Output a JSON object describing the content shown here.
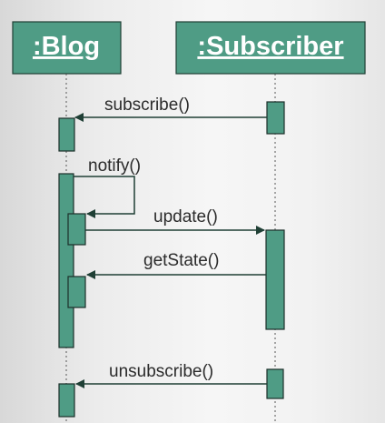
{
  "lifelines": [
    {
      "id": "blog",
      "title": ":Blog"
    },
    {
      "id": "subscriber",
      "title": ":Subscriber"
    }
  ],
  "messages": [
    {
      "id": "subscribe",
      "label": "subscribe()",
      "from": "subscriber",
      "to": "blog"
    },
    {
      "id": "notify",
      "label": "notify()",
      "from": "blog",
      "to": "blog"
    },
    {
      "id": "update",
      "label": "update()",
      "from": "blog",
      "to": "subscriber"
    },
    {
      "id": "getstate",
      "label": "getState()",
      "from": "subscriber",
      "to": "blog"
    },
    {
      "id": "unsubscribe",
      "label": "unsubscribe()",
      "from": "subscriber",
      "to": "blog"
    }
  ],
  "colors": {
    "box_fill": "#4f9c85",
    "box_border": "#1f3f35",
    "text_on_box": "#ffffff",
    "message_text": "#2b2b2b"
  }
}
